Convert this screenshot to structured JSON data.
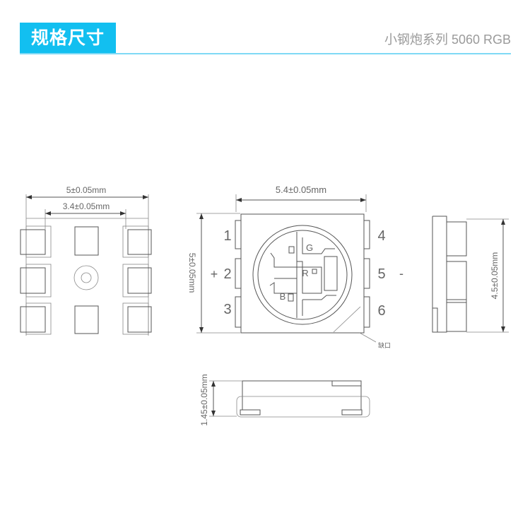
{
  "header": {
    "title": "规格尺寸",
    "subtitle": "小钢炮系列 5060 RGB",
    "accent_color": "#12bff0"
  },
  "bottom_view": {
    "width_dim": "5±0.05mm",
    "pad_span_dim": "3.4±0.05mm"
  },
  "top_view": {
    "width_dim": "5.4±0.05mm",
    "height_dim": "5±0.05mm",
    "pins_left": [
      "1",
      "2",
      "3"
    ],
    "pins_right": [
      "4",
      "5",
      "6"
    ],
    "plus_sign": "+",
    "minus_sign": "-",
    "chip_labels": {
      "g": "G",
      "r": "R",
      "b": "B"
    },
    "notch_label": "缺口"
  },
  "side_view": {
    "height_dim": "4.5±0.05mm"
  },
  "profile_view": {
    "thickness_dim": "1.45±0.05mm"
  }
}
